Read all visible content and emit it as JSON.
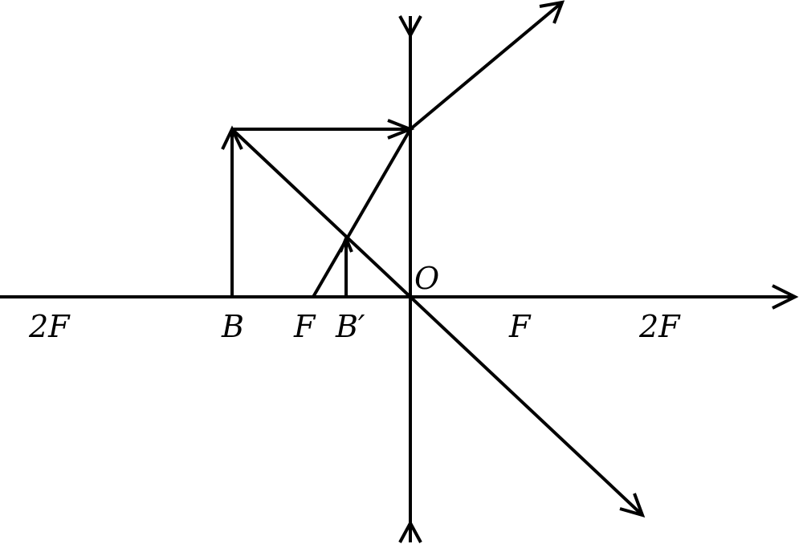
{
  "labels": {
    "left_2f": "2F",
    "object_point": "B",
    "left_focus": "F",
    "image_point": "B′",
    "optical_center": "O",
    "right_focus": "F",
    "right_2f": "2F"
  },
  "colors": {
    "stroke": "#000000",
    "background": "#ffffff"
  }
}
